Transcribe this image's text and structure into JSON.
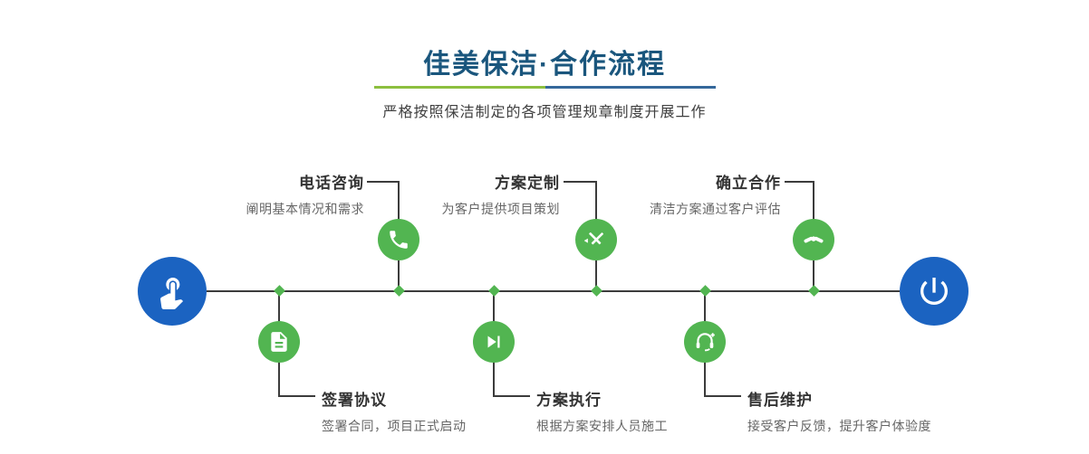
{
  "header": {
    "title": "佳美保洁·合作流程",
    "subtitle": "严格按照保洁制定的各项管理规章制度开展工作"
  },
  "colors": {
    "title_blue": "#1a567d",
    "node_green": "#52b551",
    "endpoint_blue": "#1b63c1",
    "divider_green": "#8cbf3f",
    "divider_blue": "#35689b",
    "line_dark": "#3c3c3c"
  },
  "endpoints": {
    "start_icon": "hand-pointer-icon",
    "end_icon": "power-icon"
  },
  "steps": [
    {
      "title": "电话咨询",
      "desc": "阐明基本情况和需求",
      "icon": "phone-icon",
      "position": "top"
    },
    {
      "title": "方案定制",
      "desc": "为客户提供项目策划",
      "icon": "pencil-ruler-icon",
      "position": "top"
    },
    {
      "title": "确立合作",
      "desc": "清洁方案通过客户评估",
      "icon": "handshake-icon",
      "position": "top"
    },
    {
      "title": "签署协议",
      "desc": "签署合同，项目正式启动",
      "icon": "document-sign-icon",
      "position": "bottom"
    },
    {
      "title": "方案执行",
      "desc": "根据方案安排人员施工",
      "icon": "play-next-icon",
      "position": "bottom"
    },
    {
      "title": "售后维护",
      "desc": "接受客户反馈，提升客户体验度",
      "icon": "headset-service-icon",
      "position": "bottom"
    }
  ]
}
